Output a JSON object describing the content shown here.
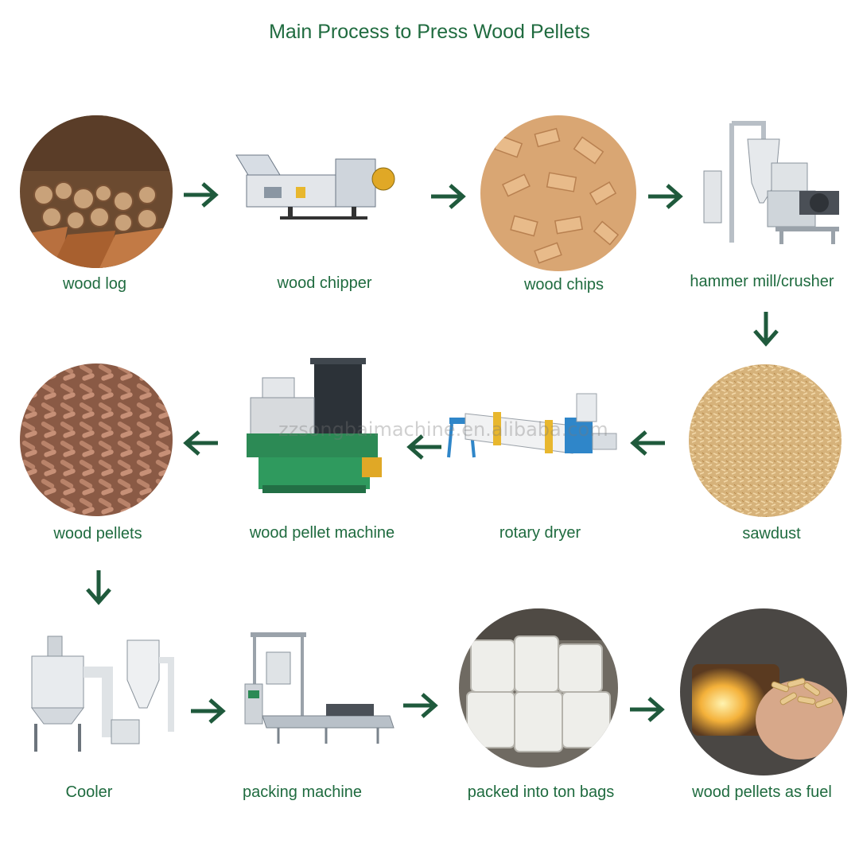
{
  "title": "Main Process to Press Wood Pellets",
  "watermark": "zzsongbaimachine.en.alibaba.com",
  "colors": {
    "text": "#1f6b3f",
    "arrow": "#1f5a3c"
  },
  "steps": [
    {
      "label": "wood log"
    },
    {
      "label": "wood chipper"
    },
    {
      "label": "wood chips"
    },
    {
      "label": "hammer mill/crusher"
    },
    {
      "label": "sawdust"
    },
    {
      "label": "rotary dryer"
    },
    {
      "label": "wood pellet machine"
    },
    {
      "label": "wood pellets"
    },
    {
      "label": "Cooler"
    },
    {
      "label": "packing machine"
    },
    {
      "label": "packed into ton bags"
    },
    {
      "label": "wood pellets as fuel"
    }
  ]
}
